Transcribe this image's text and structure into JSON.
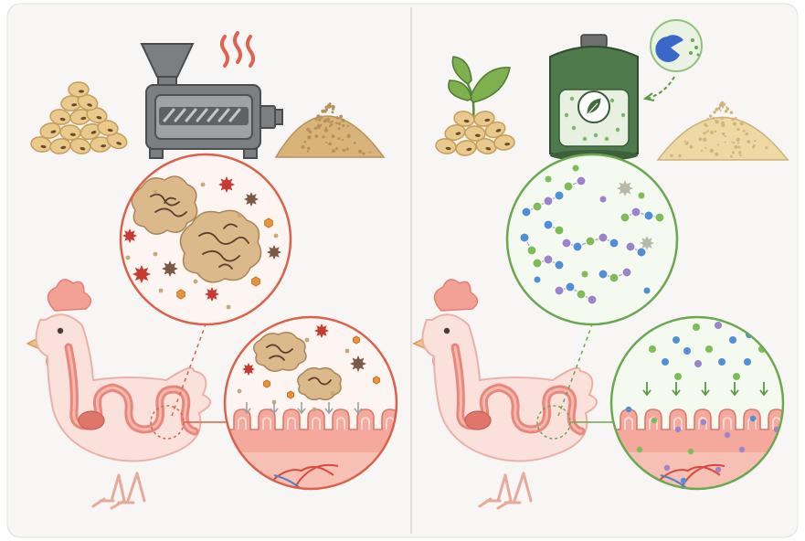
{
  "colors": {
    "background": "#f7f6f4",
    "panel_border": "#e2e1de",
    "divider": "#d7d6d3",
    "conventional_accent": "#d9624a",
    "fermented_accent": "#6aa84f",
    "soybean": "#e9c98c",
    "soybean_shadow": "#c79d5a",
    "meal": "#d8b47a",
    "fermented_meal": "#eed9a4",
    "machine": "#7c7f82",
    "tank": "#4f7a4c",
    "heat": "#e0624c",
    "chicken_fill": "#fbe1dc",
    "chicken_outline": "#eab2a6",
    "intestine": "#e8877b",
    "villi": "#f4a99c",
    "blood_red": "#d9483b",
    "blood_blue": "#5b7fc4",
    "protein_clump": "#dcb98a",
    "bacterium_red": "#c8392e",
    "bacterium_brown": "#7a5a42",
    "hexagon_orange": "#e8923c",
    "peptide_blue": "#4f8fd8",
    "peptide_green": "#7dbd58",
    "peptide_purple": "#9b84c9",
    "microbe_gray": "#b9b9a8"
  },
  "panels": [
    {
      "id": "conventional",
      "stages": [
        "soybeans",
        "extrusion-machine",
        "soybean-meal"
      ],
      "icons": [
        "soybean-pile-icon",
        "extruder-icon",
        "heat-waves-icon",
        "meal-pile-icon"
      ],
      "zoom_contents": [
        "protein-clump",
        "bacterium",
        "anti-nutrient-particle"
      ],
      "gut_outcome": "clumps-and-bacteria-at-villi"
    },
    {
      "id": "fermented",
      "stages": [
        "soybeans-with-leaf",
        "fermentation-tank",
        "fermented-soybean-meal"
      ],
      "icons": [
        "soybean-sprout-icon",
        "fermenter-icon",
        "leaf-icon",
        "microbe-pacman-icon",
        "meal-pile-icon"
      ],
      "zoom_contents": [
        "small-peptide",
        "amino-acid",
        "beneficial-microbe"
      ],
      "gut_outcome": "peptides-absorbed-by-villi"
    }
  ]
}
